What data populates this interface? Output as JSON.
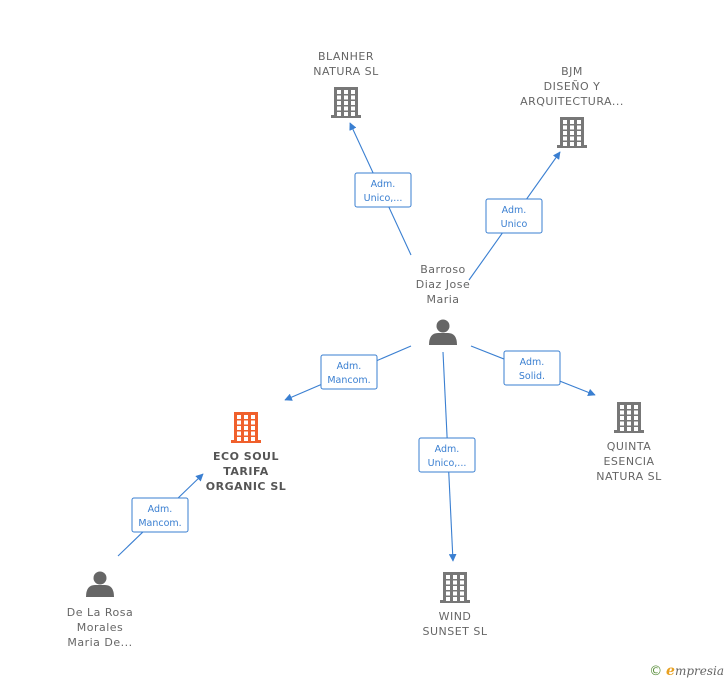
{
  "colors": {
    "edge": "#3a7fd1",
    "company_icon": "#777777",
    "main_company_icon": "#f0602c",
    "person_icon": "#666666",
    "label": "#666666"
  },
  "nodes": [
    {
      "id": "blanher",
      "type": "company",
      "icon": "building-icon",
      "lines": [
        "BLANHER",
        "NATURA SL"
      ]
    },
    {
      "id": "bjm",
      "type": "company",
      "icon": "building-icon",
      "lines": [
        "BJM",
        "DISEÑO Y",
        "ARQUITECTURA..."
      ]
    },
    {
      "id": "barroso",
      "type": "person",
      "icon": "person-icon",
      "lines": [
        "Barroso",
        "Diaz Jose",
        "Maria"
      ]
    },
    {
      "id": "ecosoul",
      "type": "company",
      "main": true,
      "icon": "building-icon",
      "lines": [
        "ECO SOUL",
        "TARIFA",
        "ORGANIC  SL"
      ]
    },
    {
      "id": "quinta",
      "type": "company",
      "icon": "building-icon",
      "lines": [
        "QUINTA",
        "ESENCIA",
        "NATURA  SL"
      ]
    },
    {
      "id": "wind",
      "type": "company",
      "icon": "building-icon",
      "lines": [
        "WIND",
        "SUNSET  SL"
      ]
    },
    {
      "id": "delarosa",
      "type": "person",
      "icon": "person-icon",
      "lines": [
        "De La Rosa",
        "Morales",
        "Maria De..."
      ]
    }
  ],
  "edges": [
    {
      "from": "barroso",
      "to": "blanher",
      "label": [
        "Adm.",
        "Unico,..."
      ]
    },
    {
      "from": "barroso",
      "to": "bjm",
      "label": [
        "Adm.",
        "Unico"
      ]
    },
    {
      "from": "barroso",
      "to": "ecosoul",
      "label": [
        "Adm.",
        "Mancom."
      ]
    },
    {
      "from": "barroso",
      "to": "quinta",
      "label": [
        "Adm.",
        "Solid."
      ]
    },
    {
      "from": "barroso",
      "to": "wind",
      "label": [
        "Adm.",
        "Unico,..."
      ]
    },
    {
      "from": "delarosa",
      "to": "ecosoul",
      "label": [
        "Adm.",
        "Mancom."
      ]
    }
  ],
  "footer": {
    "copyright": "©",
    "brand_initial": "e",
    "brand_rest": "mpresia"
  }
}
